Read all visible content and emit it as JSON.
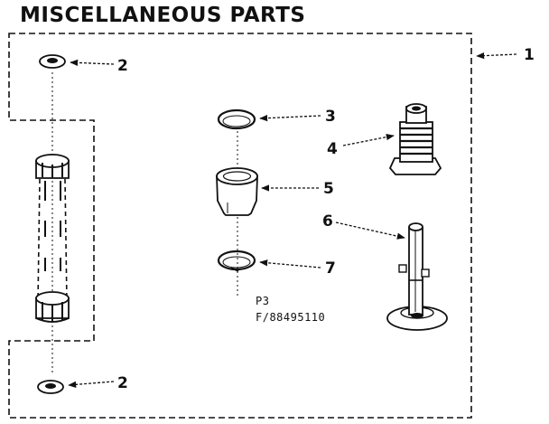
{
  "title": "MISCELLANEOUS PARTS",
  "callouts": {
    "assembly": "1",
    "washer_top": "2",
    "ring_upper": "3",
    "valve": "4",
    "coupling": "5",
    "stem": "6",
    "ring_lower": "7",
    "washer_bottom": "2"
  },
  "figure_code": "P3",
  "part_number": "F/88495110"
}
